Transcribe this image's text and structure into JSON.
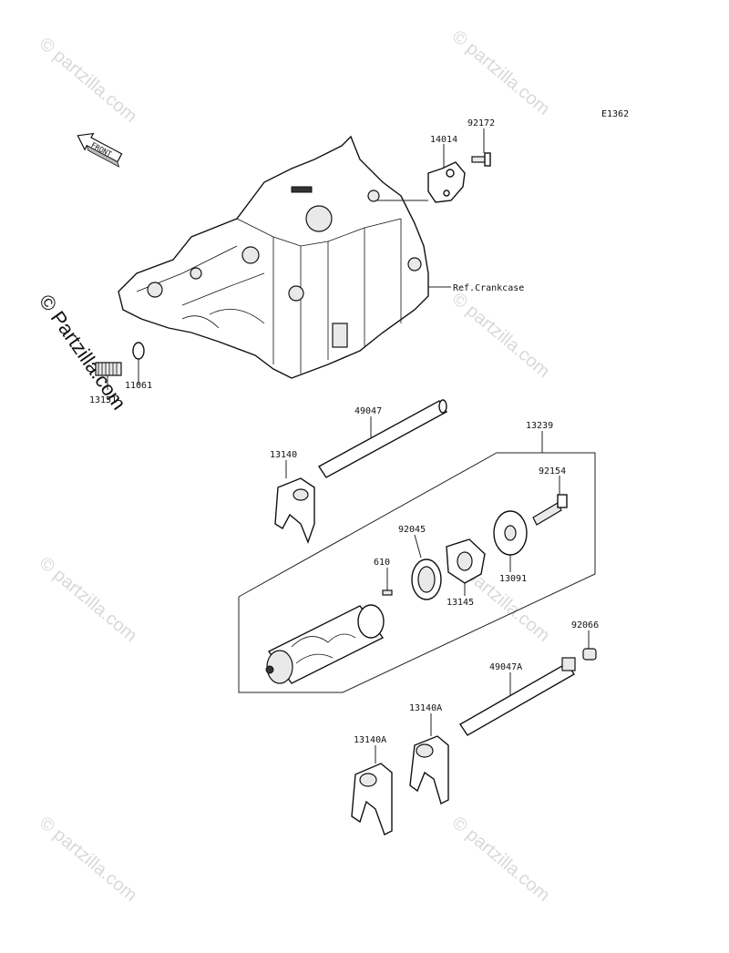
{
  "diagram": {
    "code": "E1362",
    "front_label": "FRONT",
    "ref_label": "Ref.Crankcase",
    "watermark": "© Partzilla.com",
    "watermark_short": "© partzilla.com",
    "parts": {
      "p92172": "92172",
      "p14014": "14014",
      "p11061": "11061",
      "p13151": "13151",
      "p49047": "49047",
      "p13239": "13239",
      "p13140": "13140",
      "p92154": "92154",
      "p92045": "92045",
      "p610": "610",
      "p13091": "13091",
      "p13145": "13145",
      "p92066": "92066",
      "p49047A": "49047A",
      "p13140A_right": "13140A",
      "p13140A_left": "13140A"
    }
  }
}
